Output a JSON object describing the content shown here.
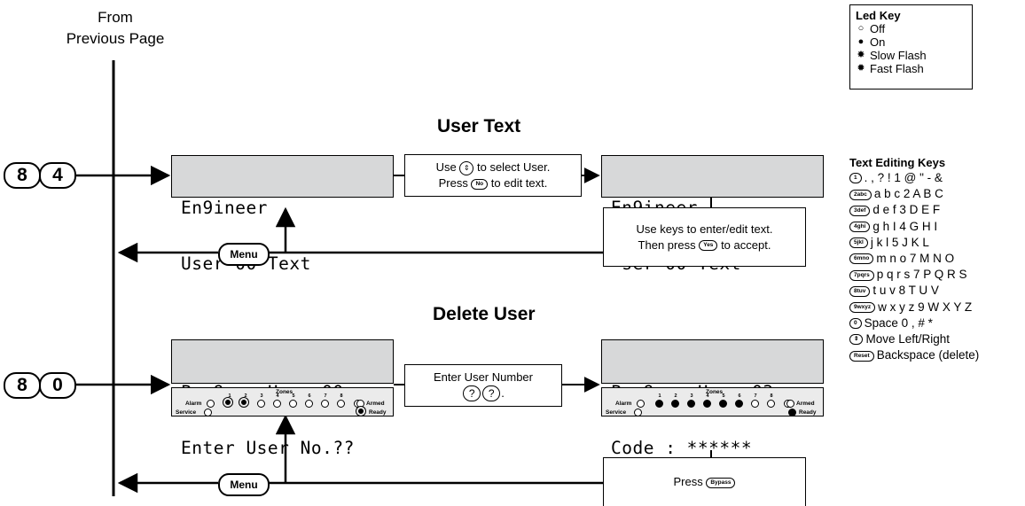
{
  "from_text": "From Previous Page",
  "section_user_text": {
    "title": "User Text",
    "keys": [
      "8",
      "4"
    ],
    "lcd_left": [
      "En9ineer",
      "User 00 Text"
    ],
    "instruction_line1_a": "Use",
    "instruction_line1_b": "to select User.",
    "instruction_line2_a": "Press",
    "instruction_line2_key": "No",
    "instruction_line2_b": "to edit text.",
    "lcd_right": [
      "En9ineer",
      "^ser 00 Text"
    ],
    "edit_note_line1": "Use keys to enter/edit text.",
    "edit_note_line2_a": "Then press",
    "edit_note_line2_key": "Yes",
    "edit_note_line2_b": "to accept.",
    "menu_label": "Menu"
  },
  "section_delete_user": {
    "title": "Delete User",
    "keys": [
      "8",
      "0"
    ],
    "lcd_left": [
      "Pro9ram User 00",
      "Enter User No.??"
    ],
    "instruction_line1": "Enter User Number",
    "instruction_q1": "?",
    "instruction_q2": "?",
    "instruction_dot": ".",
    "lcd_right": [
      "Pro9ram User 03",
      "Code : ******"
    ],
    "press_text": "Press",
    "press_key": "Bypass",
    "menu_label": "Menu"
  },
  "led_panel": {
    "zones_label": "Zones",
    "alarm_label": "Alarm",
    "armed_label": "Armed",
    "service_label": "Service",
    "ready_label": "Ready",
    "zone_numbers": [
      "1",
      "2",
      "3",
      "4",
      "5",
      "6",
      "7",
      "8"
    ]
  },
  "led_key": {
    "title": "Led Key",
    "items": [
      "Off",
      "On",
      "Slow Flash",
      "Fast Flash"
    ]
  },
  "text_editing_keys": {
    "title": "Text Editing Keys",
    "rows": [
      {
        "key": "1",
        "text": ". , ? ! 1 @ \" - &"
      },
      {
        "key": "2abc",
        "text": "a b c 2 A B C"
      },
      {
        "key": "3def",
        "text": "d e f 3 D E F"
      },
      {
        "key": "4ghi",
        "text": "g h I 4 G H I"
      },
      {
        "key": "5jkl",
        "text": "j k l 5 J K L"
      },
      {
        "key": "6mno",
        "text": "m n o 7 M N O"
      },
      {
        "key": "7pqrs",
        "text": "p q r s 7 P Q R S"
      },
      {
        "key": "8tuv",
        "text": "t u v 8 T U V"
      },
      {
        "key": "9wxyz",
        "text": "w x y z 9 W X Y Z"
      },
      {
        "key": "0",
        "text": "Space 0 , # *"
      },
      {
        "key": "⇕",
        "text": "Move Left/Right"
      },
      {
        "key": "Reset",
        "text": "Backspace (delete)"
      }
    ]
  }
}
